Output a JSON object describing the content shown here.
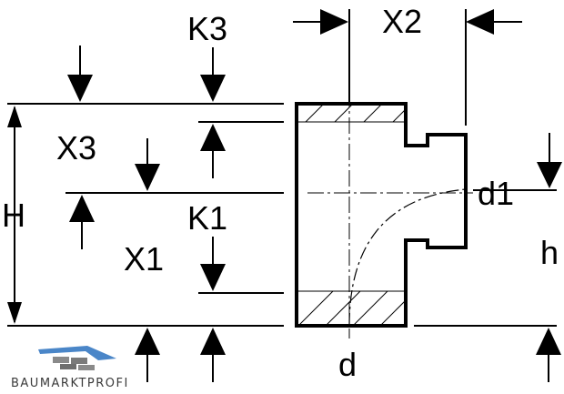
{
  "diagram": {
    "labels": {
      "K3": "K3",
      "X2": "X2",
      "X3": "X3",
      "H": "H",
      "K1": "K1",
      "X1": "X1",
      "d1": "d1",
      "h": "h",
      "d": "d"
    },
    "watermark": {
      "text": "BAUMARKTPROFI",
      "colors": {
        "roof": "#4a86c8",
        "wall": "#7a7a7a"
      }
    },
    "colors": {
      "line": "#000000",
      "background": "#ffffff"
    }
  }
}
